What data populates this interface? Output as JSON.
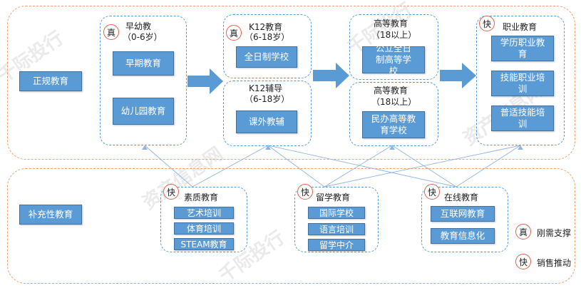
{
  "formal": {
    "label": "正规教育",
    "early": {
      "title": "早幼教",
      "sub": "（0-6岁）",
      "badge": "真",
      "items": [
        "早期教育",
        "幼儿园教育"
      ]
    },
    "k12": {
      "title": "K12教育",
      "sub": "（6-18岁）",
      "badge": "真",
      "items": [
        "全日制学校"
      ]
    },
    "tutoring": {
      "title": "K12辅导",
      "sub": "（6-18岁）",
      "items": [
        "课外教辅"
      ]
    },
    "higher_public": {
      "title": "高等教育",
      "sub": "（18以上）",
      "items": [
        "公立全日制高等学校"
      ]
    },
    "higher_private": {
      "title": "高等教育",
      "sub": "（18以上）",
      "items": [
        "民办高等教育学校"
      ]
    },
    "vocational": {
      "title": "职业教育",
      "badge": "快",
      "items": [
        "学历职业教育",
        "技能职业培训",
        "普适技能培训"
      ]
    }
  },
  "supplementary": {
    "label": "补充性教育",
    "quality": {
      "title": "素质教育",
      "badge": "快",
      "items": [
        "艺术培训",
        "体育培训",
        "STEAM教育"
      ]
    },
    "abroad": {
      "title": "留学教育",
      "badge": "快",
      "items": [
        "国际学校",
        "语言培训",
        "留学中介"
      ]
    },
    "online": {
      "title": "在线教育",
      "badge": "快",
      "items": [
        "互联网教育",
        "教育信息化"
      ]
    }
  },
  "legend": [
    {
      "badge": "真",
      "text": "刚需支撑"
    },
    {
      "badge": "快",
      "text": "销售推动"
    }
  ],
  "watermark": [
    "千际投行",
    "资产信息网",
    "千际投行",
    "资产信息网",
    "千际投行"
  ],
  "colors": {
    "box_fill": "#5b9bd5",
    "group_border": "#5b9bd5",
    "region_border": "#f0a070",
    "badge_border": "#e2634a",
    "arrow": "#5b9bd5"
  }
}
